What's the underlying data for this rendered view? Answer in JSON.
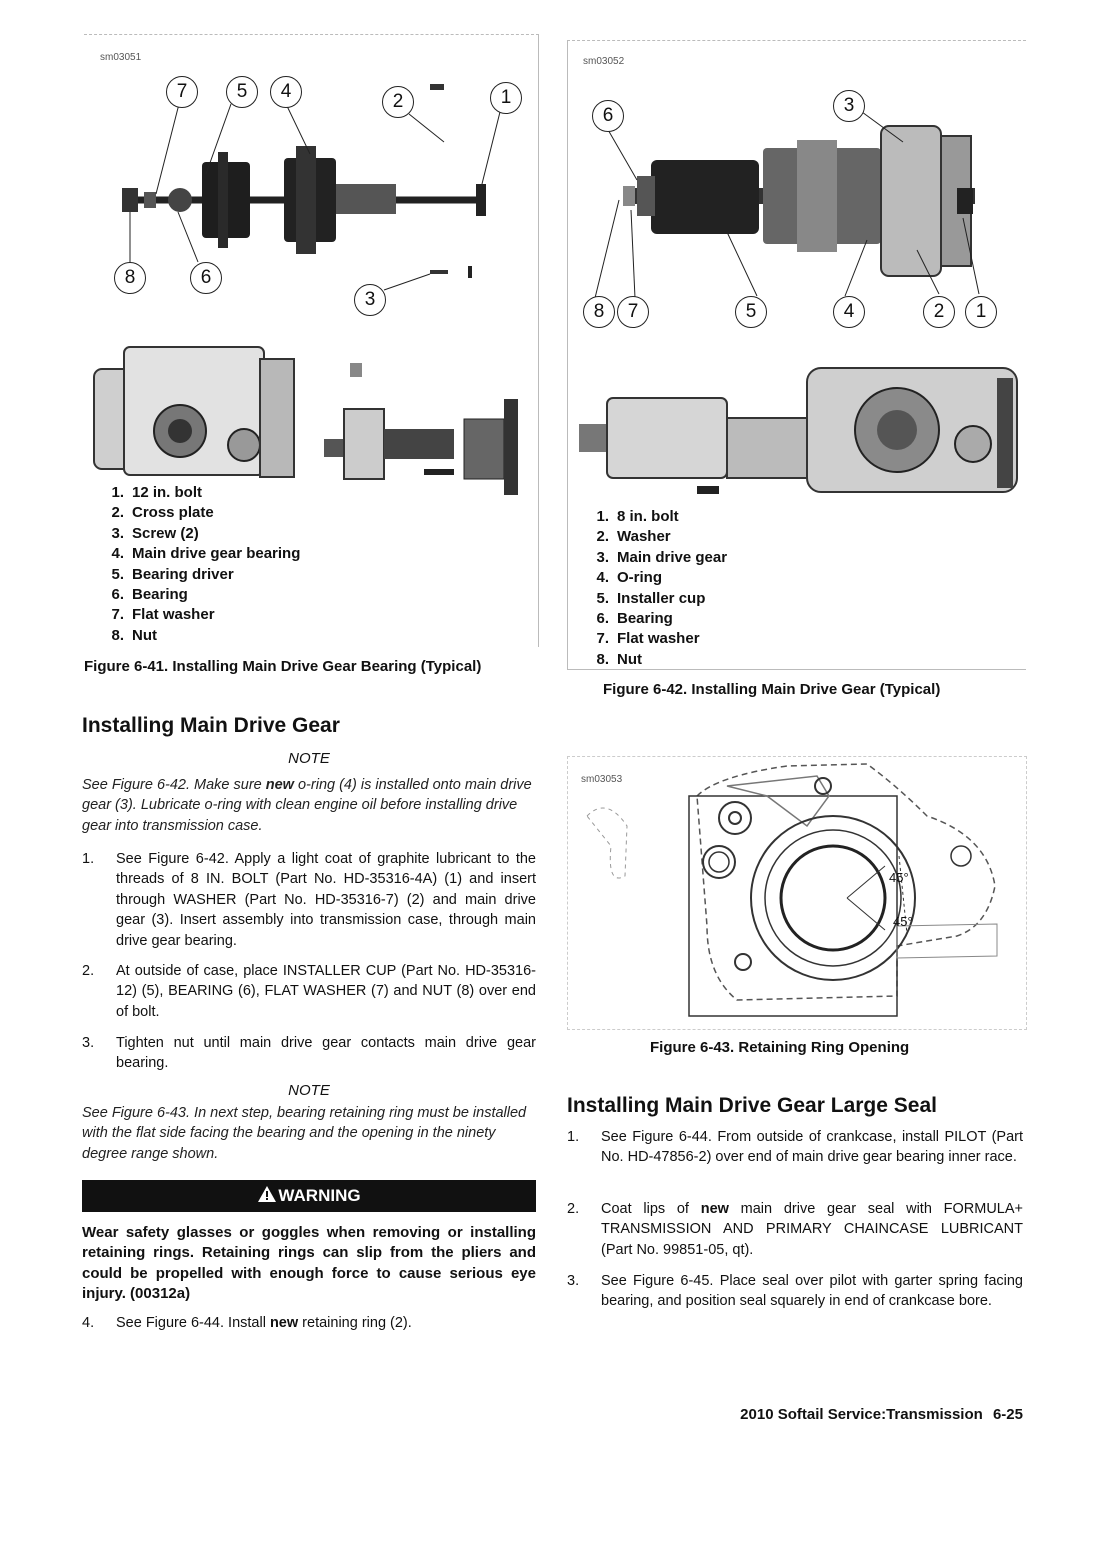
{
  "figure_6_41": {
    "image_id": "sm03051",
    "callouts": [
      "7",
      "5",
      "4",
      "2",
      "1",
      "8",
      "6",
      "3"
    ],
    "legend": [
      {
        "num": "1.",
        "text": "12 in. bolt"
      },
      {
        "num": "2.",
        "text": "Cross plate"
      },
      {
        "num": "3.",
        "text": "Screw (2)"
      },
      {
        "num": "4.",
        "text": "Main drive gear bearing"
      },
      {
        "num": "5.",
        "text": "Bearing driver"
      },
      {
        "num": "6.",
        "text": "Bearing"
      },
      {
        "num": "7.",
        "text": "Flat washer"
      },
      {
        "num": "8.",
        "text": "Nut"
      }
    ],
    "caption": "Figure 6-41. Installing Main Drive Gear Bearing (Typical)"
  },
  "figure_6_42": {
    "image_id": "sm03052",
    "callouts": [
      "6",
      "3",
      "8",
      "7",
      "5",
      "4",
      "2",
      "1"
    ],
    "legend": [
      {
        "num": "1.",
        "text": "8 in. bolt"
      },
      {
        "num": "2.",
        "text": "Washer"
      },
      {
        "num": "3.",
        "text": "Main drive gear"
      },
      {
        "num": "4.",
        "text": "O-ring"
      },
      {
        "num": "5.",
        "text": "Installer cup"
      },
      {
        "num": "6.",
        "text": "Bearing"
      },
      {
        "num": "7.",
        "text": "Flat washer"
      },
      {
        "num": "8.",
        "text": "Nut"
      }
    ],
    "caption": "Figure 6-42. Installing Main Drive Gear (Typical)"
  },
  "figure_6_43": {
    "image_id": "sm03053",
    "angle_top": "45°",
    "angle_bottom": "45°",
    "caption": "Figure 6-43. Retaining Ring Opening"
  },
  "section_main_drive_gear": {
    "heading": "Installing Main Drive Gear",
    "note1_label": "NOTE",
    "note1_text": "See Figure 6-42. Make sure new o-ring (4) is installed onto main drive gear (3). Lubricate o-ring with clean engine oil before installing drive gear into transmission case.",
    "steps": [
      {
        "num": "1.",
        "text": "See Figure 6-42. Apply a light coat of graphite lubricant to the threads of 8 IN. BOLT (Part No. HD-35316-4A) (1) and insert through WASHER (Part No. HD-35316-7) (2) and main drive gear (3). Insert assembly into transmission case, through main drive gear bearing."
      },
      {
        "num": "2.",
        "text": "At outside of case, place INSTALLER CUP (Part No. HD-35316-12) (5), BEARING (6), FLAT WASHER (7) and NUT (8) over end of bolt."
      },
      {
        "num": "3.",
        "text": "Tighten nut until main drive gear contacts main drive gear bearing."
      }
    ],
    "note2_label": "NOTE",
    "note2_text": "See Figure 6-43. In next step, bearing retaining ring must be installed with the flat side facing the bearing and the opening in the ninety degree range shown.",
    "warning_label": "WARNING",
    "warning_text": "Wear safety glasses or goggles when removing or installing retaining rings. Retaining rings can slip from the pliers and could be propelled with enough force to cause serious eye injury. (00312a)",
    "step4": {
      "num": "4.",
      "text": "See Figure 6-44. Install new retaining ring (2)."
    }
  },
  "section_large_seal": {
    "heading": "Installing Main Drive Gear Large Seal",
    "steps": [
      {
        "num": "1.",
        "text": "See Figure 6-44. From outside of crankcase, install PILOT (Part No. HD-47856-2) over end of main drive gear bearing inner race."
      },
      {
        "num": "2.",
        "text": "Coat lips of new main drive gear seal with FORMULA+ TRANSMISSION AND PRIMARY CHAINCASE LUBRICANT (Part No. 99851-05, qt)."
      },
      {
        "num": "3.",
        "text": "See Figure 6-45. Place seal over pilot with garter spring facing bearing, and position seal squarely in end of crankcase bore."
      }
    ]
  },
  "footer": {
    "title": "2010 Softail Service:Transmission",
    "page": "6-25"
  },
  "icons": {
    "warning": "warning-triangle-icon"
  }
}
